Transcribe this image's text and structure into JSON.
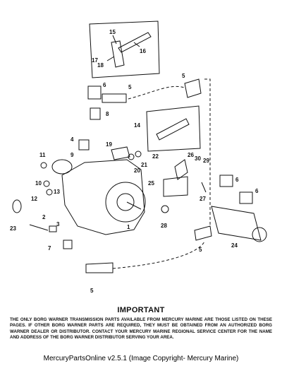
{
  "callouts": [
    "15",
    "16",
    "17",
    "18",
    "5",
    "6",
    "5",
    "8",
    "14",
    "4",
    "9",
    "19",
    "22",
    "21",
    "20",
    "11",
    "26",
    "30",
    "29",
    "10",
    "13",
    "12",
    "25",
    "6",
    "6",
    "27",
    "2",
    "23",
    "3",
    "28",
    "1",
    "7",
    "5",
    "24",
    "5"
  ],
  "important_heading": "IMPORTANT",
  "important_body": "THE ONLY BORG WARNER TRANSMISSION PARTS AVAILABLE FROM MERCURY MARINE ARE THOSE LISTED ON THESE PAGES.  IF OTHER BORG WARNER PARTS ARE REQUIRED, THEY MUST BE OBTAINED FROM AN AUTHORIZED BORG WARNER DEALER OR DISTRIBUTOR.  CONTACT YOUR MERCURY MARINE REGIONAL SERVICE CENTER FOR THE NAME AND ADDRESS OF THE BORG WARNER DISTRIBUTOR SERVING YOUR AREA.",
  "footer": "MercuryPartsOnline v2.5.1 (Image Copyright- Mercury Marine)"
}
